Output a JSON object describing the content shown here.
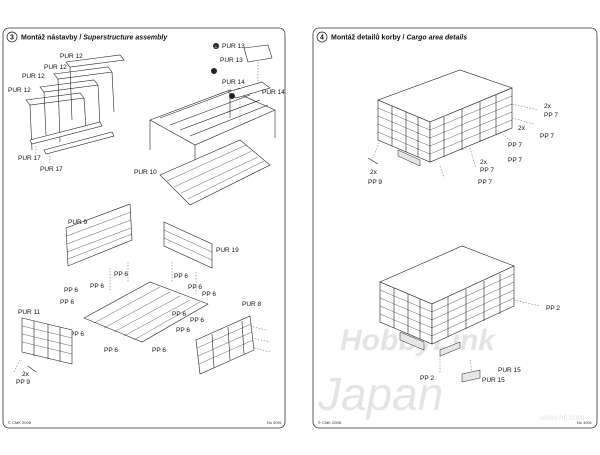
{
  "left_panel": {
    "step_number": "3",
    "title_cz": "Montáž nástavby / ",
    "title_en": "Superstructure assembly",
    "labels": {
      "pur12_a": "PUR 12",
      "pur12_b": "PUR 12",
      "pur12_c": "PUR 12",
      "pur12_d": "PUR 12",
      "pur13_a": "PUR 13",
      "pur13_b": "PUR 13",
      "pur14_a": "PUR 14",
      "pur14_b": "PUR 14",
      "pur17_a": "PUR 17",
      "pur17_b": "PUR 17",
      "pur10": "PUR 10",
      "pur9": "PUR 9",
      "pur19": "PUR 19",
      "pp6_1": "PP 6",
      "pp6_2": "PP 6",
      "pp6_3": "PP 6",
      "pp6_4": "PP 6",
      "pp6_5": "PP 6",
      "pp6_6": "PP 6",
      "pp6_7": "PP 6",
      "pp6_8": "PP 6",
      "pp6_9": "PP 6",
      "pp6_10": "PP 6",
      "pp6_11": "PP 6",
      "pp6_12": "PP 6",
      "pp6_13": "PP 6",
      "pur11": "PUR 11",
      "pur8": "PUR 8",
      "qty2x": "2x",
      "pp9": "PP 9",
      "glue_symbol": "C"
    },
    "footer_left": "© CMK 2008",
    "footer_right": "No 3091"
  },
  "right_panel": {
    "step_number": "4",
    "title_cz": "Montáž detailů korby / ",
    "title_en": "Cargo area details",
    "labels": {
      "qty2x_a": "2x",
      "pp7_a": "PP 7",
      "pp7_b": "PP 7",
      "qty2x_b": "2x",
      "pp7_c": "PP 7",
      "pp7_d": "PP 7",
      "qty2x_c": "2x",
      "pp7_e": "PP 7",
      "pp7_f": "PP 7",
      "qty2x_d": "2x",
      "pp9": "PP 9",
      "pp2_a": "PP 2",
      "pp2_b": "PP 2",
      "pur15_a": "PUR 15",
      "pur15_b": "PUR 15"
    },
    "watermark_a": "HobbyLink",
    "watermark_b": "Japan",
    "watermark_url": "www.hlj.com",
    "footer_left": "© CMK 2008",
    "footer_right": "No 3091"
  }
}
